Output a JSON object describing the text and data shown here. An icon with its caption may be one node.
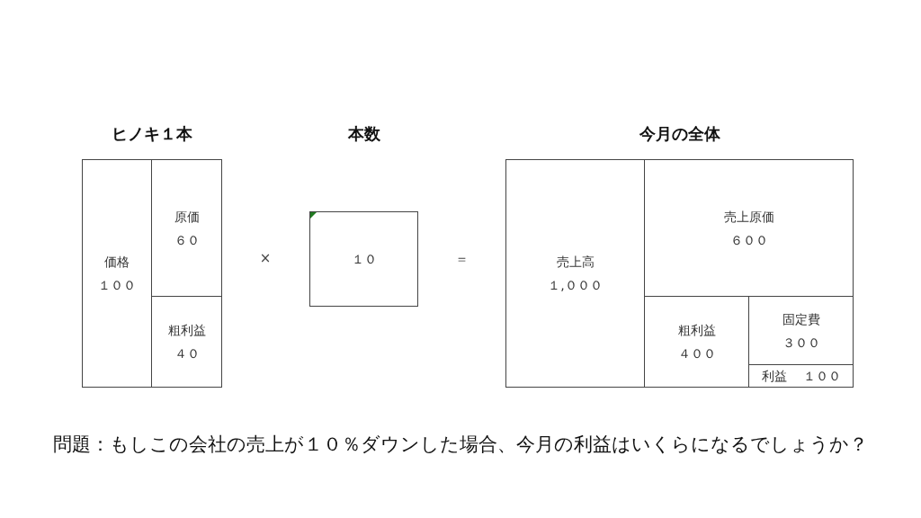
{
  "diagram": {
    "caption": "問題：もしこの会社の売上が１０％ダウンした場合、今月の利益はいくらになるでしょうか？",
    "nodes": [
      {
        "text": [
          "ヒノキ１本"
        ]
      },
      {
        "text": [
          "価格",
          "１００"
        ],
        "in": 0
      },
      {
        "text": [
          "原価",
          "６０"
        ],
        "in": 0
      },
      {
        "text": [
          "粗利益",
          "４０"
        ],
        "in": 0
      },
      {
        "text": [
          "本数",
          "１０"
        ]
      },
      {
        "text": [
          "今月の全体"
        ]
      },
      {
        "text": [
          "売上高",
          "１,０００"
        ],
        "in": 5
      },
      {
        "text": [
          "売上原価",
          "６００"
        ],
        "in": 5
      },
      {
        "text": [
          "粗利益",
          "４００"
        ],
        "in": 5
      },
      {
        "text": [
          "固定費",
          "３００"
        ],
        "in": 5
      },
      {
        "text": [
          "利益",
          "１００"
        ],
        "in": 5
      }
    ],
    "edges": [],
    "labels": [
      "×",
      "＝"
    ]
  }
}
